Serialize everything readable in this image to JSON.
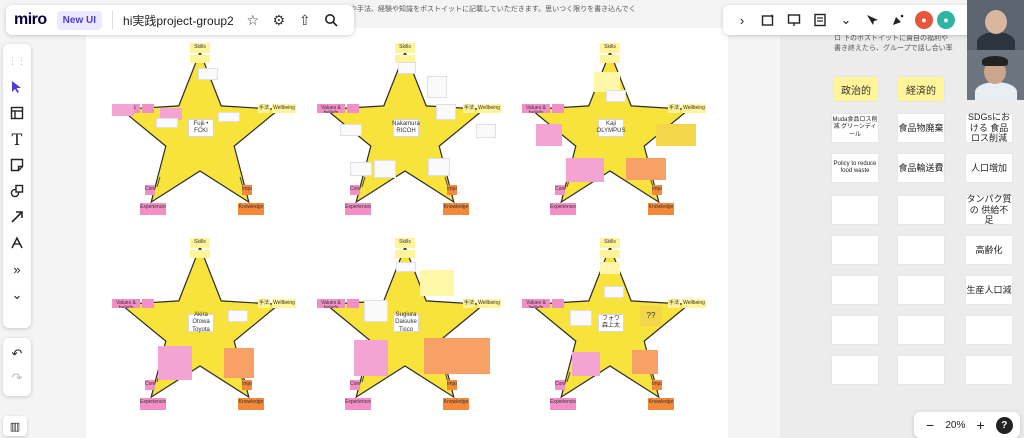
{
  "app": {
    "logo": "miro",
    "badge": "New UI",
    "board_name": "hi実践project-group2"
  },
  "instructions": {
    "top_text": "や手法、経験や知識をポストイットに記載していただきます。思いつく限りを書き込んでく",
    "right_text_1": "ロ 下のポストイットに貴自の福利や",
    "right_text_2": "書き終えたら、グループで話し合い率"
  },
  "toolbar_icons": [
    "cursor-icon",
    "frame-icon",
    "text-icon",
    "sticky-note-icon",
    "shapes-icon",
    "arrow-icon",
    "pen-icon",
    "more-icon",
    "collapse-icon"
  ],
  "zoom": {
    "value": "20%",
    "minus": "−",
    "plus": "+",
    "help": "?"
  },
  "stars": [
    {
      "top": "Skills",
      "left": "Values & beliefs",
      "right_a": "手法",
      "right_b": "Wellbeing",
      "bl": "Connections",
      "br": "Impacts",
      "bl_b": "Experiences",
      "br_b": "Knowledge",
      "center": "Fujii • FCKI"
    },
    {
      "top": "Skills",
      "left": "Values & beliefs",
      "right_a": "手法",
      "right_b": "Wellbeing",
      "bl": "Connections",
      "br": "Impacts",
      "bl_b": "Experiences",
      "br_b": "Knowledge",
      "center": "Nakamura RICOH"
    },
    {
      "top": "Skills",
      "left": "Values & beliefs",
      "right_a": "手法",
      "right_b": "Wellbeing",
      "bl": "Connections",
      "br": "Impacts",
      "bl_b": "Experiences",
      "br_b": "Knowledge",
      "center": "Kaji OLYMPUS"
    },
    {
      "top": "Skills",
      "left": "Values & beliefs",
      "right_a": "手法",
      "right_b": "Wellbeing",
      "bl": "Connections",
      "br": "Impacts",
      "bl_b": "Experiences",
      "br_b": "Knowledge",
      "center": "Akira Otowa Toyota"
    },
    {
      "top": "Skills",
      "left": "Values & beliefs",
      "right_a": "手法",
      "right_b": "Wellbeing",
      "bl": "Connections",
      "br": "Impacts",
      "bl_b": "Experiences",
      "br_b": "Knowledge",
      "center": "Sugiura Daisuke Tisco"
    },
    {
      "top": "Skills",
      "left": "Values & beliefs",
      "right_a": "手法",
      "right_b": "Wellbeing",
      "bl": "Connections",
      "br": "Impacts",
      "bl_b": "Experiences",
      "br_b": "Knowledge",
      "center": "フォワ 森上太"
    }
  ],
  "extra_notes": {
    "question": "??"
  },
  "right_panel": {
    "headers": [
      "政治的",
      "経済的"
    ],
    "col1": [
      "Muda食品ロス削減 グリーンディール",
      "Policy to reduce food waste",
      "",
      "",
      "",
      "",
      ""
    ],
    "col2": [
      "食品物廃棄",
      "食品輸送費",
      "",
      "",
      "",
      "",
      ""
    ],
    "col3": [
      "SDGsにおける 食品ロス削減",
      "人口増加",
      "タンパク質の 供給不足",
      "高齢化",
      "生産人口減",
      "",
      ""
    ]
  }
}
